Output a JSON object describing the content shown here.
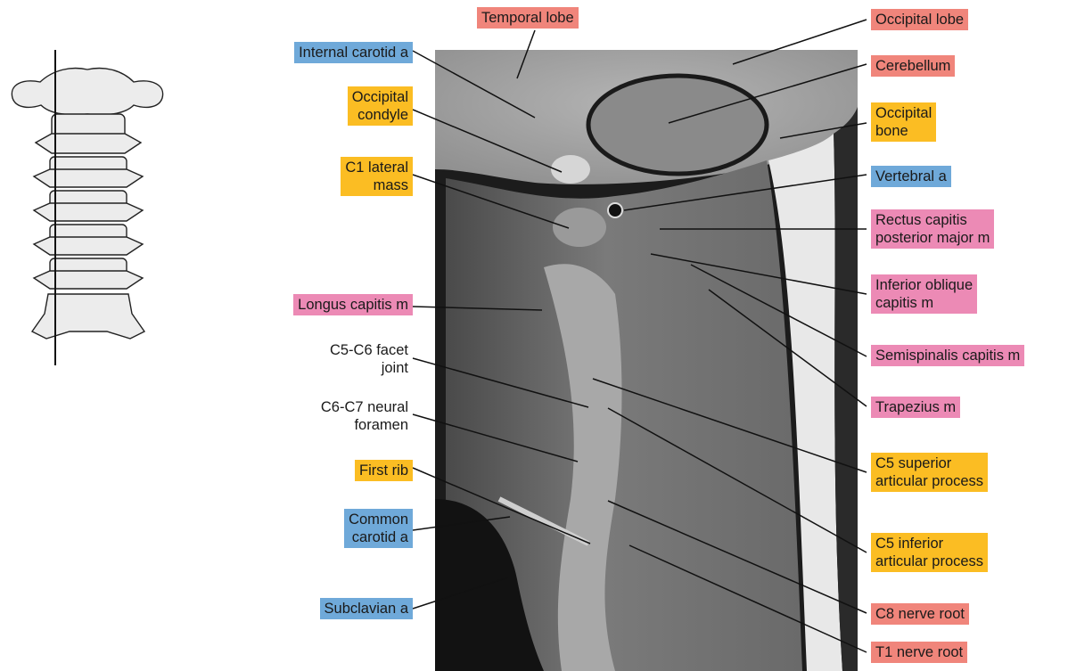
{
  "colors": {
    "lobe": "#f0857b",
    "vessel": "#6fa9d9",
    "bone": "#fbbd23",
    "muscle": "#ec8ab5",
    "none": "transparent"
  },
  "labels": [
    {
      "id": "temporal-lobe",
      "text": "Temporal lobe",
      "category": "lobe"
    },
    {
      "id": "internal-carotid",
      "text": "Internal carotid a",
      "category": "vessel"
    },
    {
      "id": "occipital-condyle",
      "text": "Occipital\ncondyle",
      "category": "bone"
    },
    {
      "id": "c1-lateral-mass",
      "text": "C1 lateral\nmass",
      "category": "bone"
    },
    {
      "id": "longus-capitis",
      "text": "Longus capitis m",
      "category": "muscle"
    },
    {
      "id": "c5-c6-facet",
      "text": "C5-C6 facet\njoint",
      "category": "none"
    },
    {
      "id": "c6-c7-foramen",
      "text": "C6-C7 neural\nforamen",
      "category": "none"
    },
    {
      "id": "first-rib",
      "text": "First rib",
      "category": "bone"
    },
    {
      "id": "common-carotid",
      "text": "Common\ncarotid a",
      "category": "vessel"
    },
    {
      "id": "subclavian",
      "text": "Subclavian a",
      "category": "vessel"
    },
    {
      "id": "occipital-lobe",
      "text": "Occipital lobe",
      "category": "lobe"
    },
    {
      "id": "cerebellum",
      "text": "Cerebellum",
      "category": "lobe"
    },
    {
      "id": "occipital-bone",
      "text": "Occipital\nbone",
      "category": "bone"
    },
    {
      "id": "vertebral-a",
      "text": "Vertebral a",
      "category": "vessel"
    },
    {
      "id": "rectus-capitis",
      "text": "Rectus capitis\nposterior major m",
      "category": "muscle"
    },
    {
      "id": "inferior-oblique",
      "text": "Inferior oblique\ncapitis m",
      "category": "muscle"
    },
    {
      "id": "semispinalis",
      "text": "Semispinalis capitis m",
      "category": "muscle"
    },
    {
      "id": "trapezius",
      "text": "Trapezius m",
      "category": "muscle"
    },
    {
      "id": "c5-superior",
      "text": "C5 superior\narticular process",
      "category": "bone"
    },
    {
      "id": "c5-inferior",
      "text": "C5 inferior\narticular process",
      "category": "bone"
    },
    {
      "id": "c8-nerve",
      "text": "C8 nerve root",
      "category": "lobe"
    },
    {
      "id": "t1-nerve",
      "text": "T1 nerve root",
      "category": "lobe"
    }
  ]
}
